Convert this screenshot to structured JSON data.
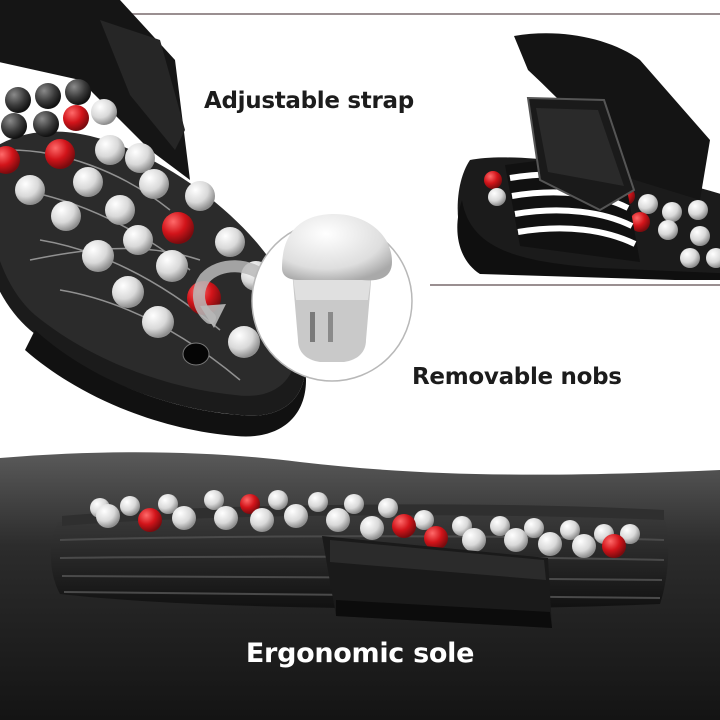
{
  "labels": {
    "strap": "Adjustable strap",
    "nobs": "Removable nobs",
    "sole": "Ergonomic sole"
  },
  "colors": {
    "background": "#ffffff",
    "dark_panel": "#2a2a2a",
    "sole_black": "#1e1e1e",
    "nob_white": "#e9e9e9",
    "nob_red": "#d2141a",
    "frame_line": "#9a8f91"
  }
}
